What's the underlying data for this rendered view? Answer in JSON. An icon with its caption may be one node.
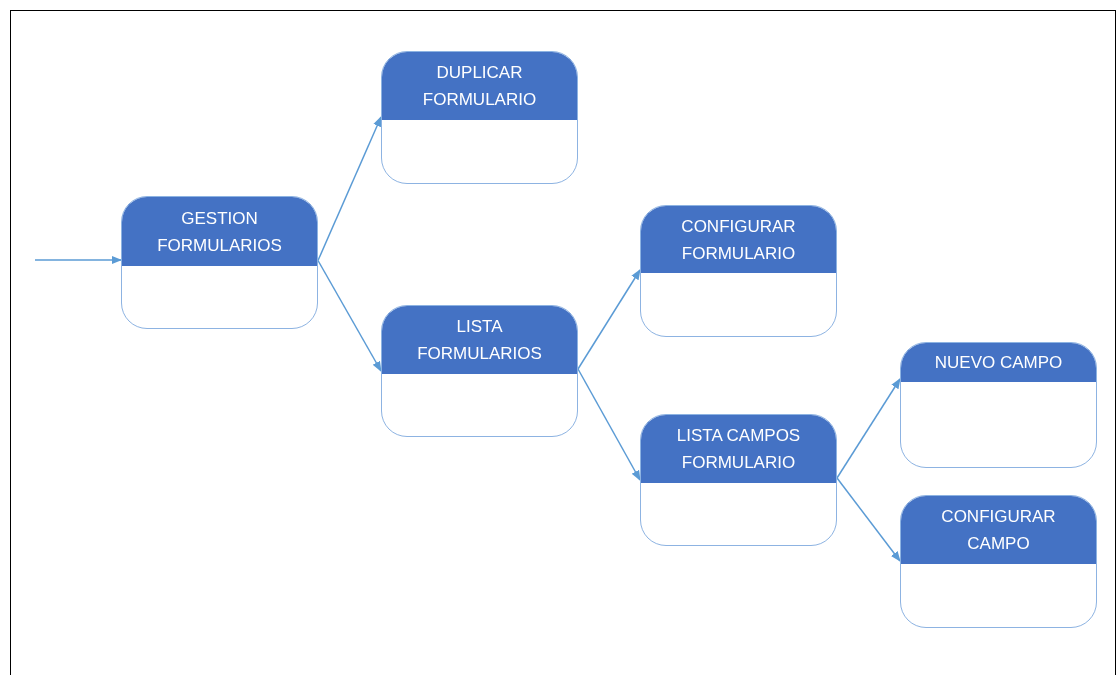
{
  "diagram": {
    "nodes": [
      {
        "text": [
          "GESTION FORMULARIOS"
        ]
      },
      {
        "text": [
          "DUPLICAR FORMULARIO"
        ]
      },
      {
        "text": [
          "LISTA FORMULARIOS"
        ]
      },
      {
        "text": [
          "CONFIGURAR FORMULARIO"
        ]
      },
      {
        "text": [
          "LISTA CAMPOS FORMULARIO"
        ]
      },
      {
        "text": [
          "NUEVO CAMPO"
        ]
      },
      {
        "text": [
          "CONFIGURAR CAMPO"
        ]
      }
    ],
    "edges": [
      {
        "from": null,
        "to": 0,
        "arrow": "to"
      },
      {
        "from": 0,
        "to": 1,
        "arrow": "to"
      },
      {
        "from": 0,
        "to": 2,
        "arrow": "to"
      },
      {
        "from": 2,
        "to": 3,
        "arrow": "to"
      },
      {
        "from": 2,
        "to": 4,
        "arrow": "to"
      },
      {
        "from": 4,
        "to": 5,
        "arrow": "to"
      },
      {
        "from": 4,
        "to": 6,
        "arrow": "to"
      }
    ]
  }
}
